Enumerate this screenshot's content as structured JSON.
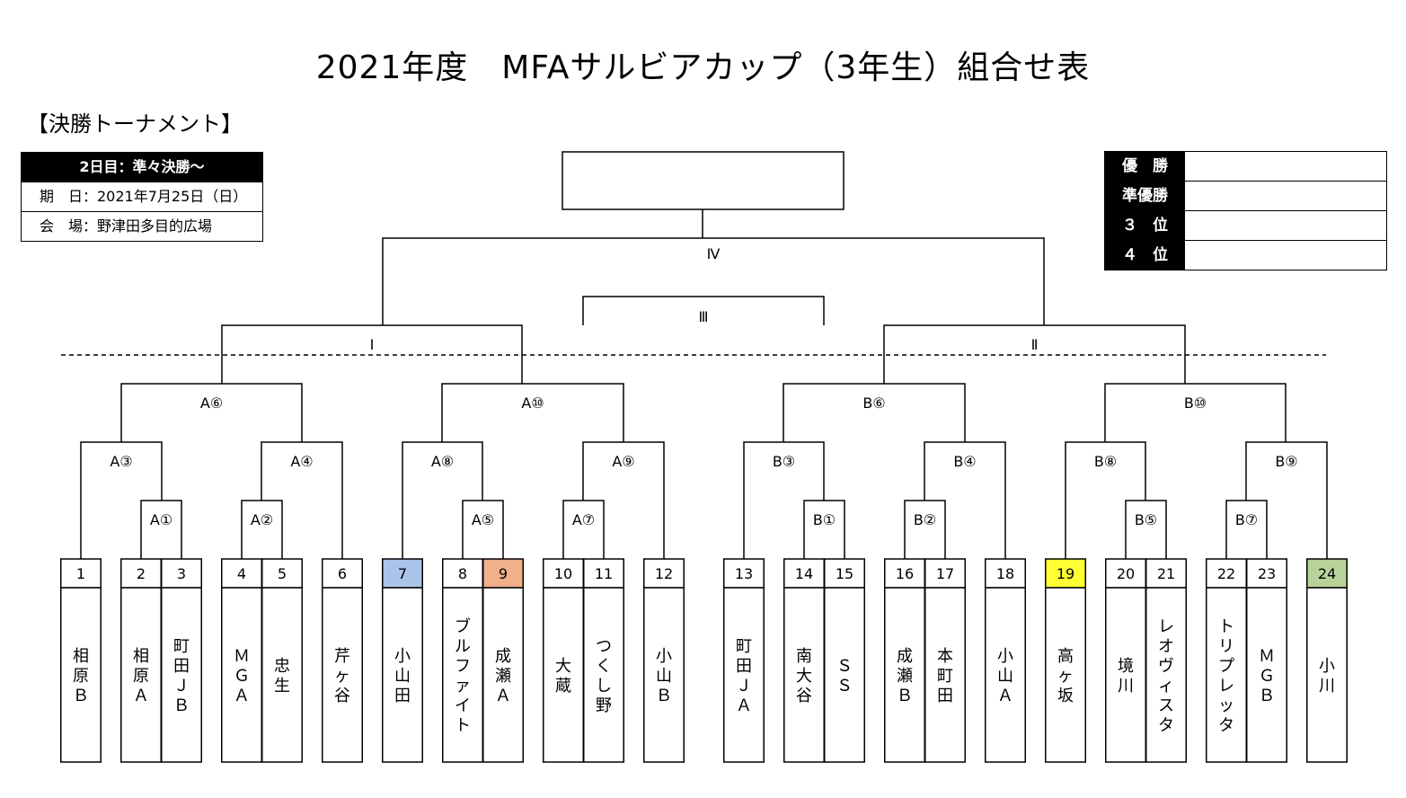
{
  "title": "2021年度　MFAサルビアカップ（3年生）組合せ表",
  "subtitle": "【決勝トーナメント】",
  "info": {
    "header": "2日目：準々決勝～",
    "date": "期　日：2021年7月25日（日）",
    "venue": "会　場：野津田多目的広場"
  },
  "ranking": [
    {
      "label": "優　勝",
      "value": ""
    },
    {
      "label": "準優勝",
      "value": ""
    },
    {
      "label": "３　位",
      "value": ""
    },
    {
      "label": "４　位",
      "value": ""
    }
  ],
  "colors": {
    "team7": "#a9c4e8",
    "team9": "#f0b08a",
    "team19": "#ffff33",
    "team24": "#b7d39a"
  },
  "teams": [
    {
      "num": "1",
      "name": "相原Ｂ"
    },
    {
      "num": "2",
      "name": "相原Ａ"
    },
    {
      "num": "3",
      "name": "町田ＪＢ"
    },
    {
      "num": "4",
      "name": "ＭＧＡ"
    },
    {
      "num": "5",
      "name": "忠生"
    },
    {
      "num": "6",
      "name": "芹ヶ谷"
    },
    {
      "num": "7",
      "name": "小山田",
      "color": "#a9c4e8"
    },
    {
      "num": "8",
      "name": "ブルファイト"
    },
    {
      "num": "9",
      "name": "成瀬Ａ",
      "color": "#f0b08a"
    },
    {
      "num": "10",
      "name": "大蔵"
    },
    {
      "num": "11",
      "name": "つくし野"
    },
    {
      "num": "12",
      "name": "小山Ｂ"
    },
    {
      "num": "13",
      "name": "町田ＪＡ"
    },
    {
      "num": "14",
      "name": "南大谷"
    },
    {
      "num": "15",
      "name": "ＳＳ"
    },
    {
      "num": "16",
      "name": "成瀬Ｂ"
    },
    {
      "num": "17",
      "name": "本町田"
    },
    {
      "num": "18",
      "name": "小山Ａ"
    },
    {
      "num": "19",
      "name": "高ヶ坂",
      "color": "#ffff33"
    },
    {
      "num": "20",
      "name": "境川"
    },
    {
      "num": "21",
      "name": "レオヴィスタ"
    },
    {
      "num": "22",
      "name": "トリプレッタ"
    },
    {
      "num": "23",
      "name": "ＭＧＢ"
    },
    {
      "num": "24",
      "name": "小川",
      "color": "#b7d39a"
    }
  ],
  "matches": {
    "A1": "A①",
    "A2": "A②",
    "A3": "A③",
    "A4": "A④",
    "A5": "A⑤",
    "A6": "A⑥",
    "A7": "A⑦",
    "A8": "A⑧",
    "A9": "A⑨",
    "A10": "A⑩",
    "B1": "B①",
    "B2": "B②",
    "B3": "B③",
    "B4": "B④",
    "B5": "B⑤",
    "B6": "B⑥",
    "B7": "B⑦",
    "B8": "B⑧",
    "B9": "B⑨",
    "B10": "B⑩",
    "I": "Ⅰ",
    "II": "Ⅱ",
    "III": "Ⅲ",
    "IV": "Ⅳ"
  }
}
